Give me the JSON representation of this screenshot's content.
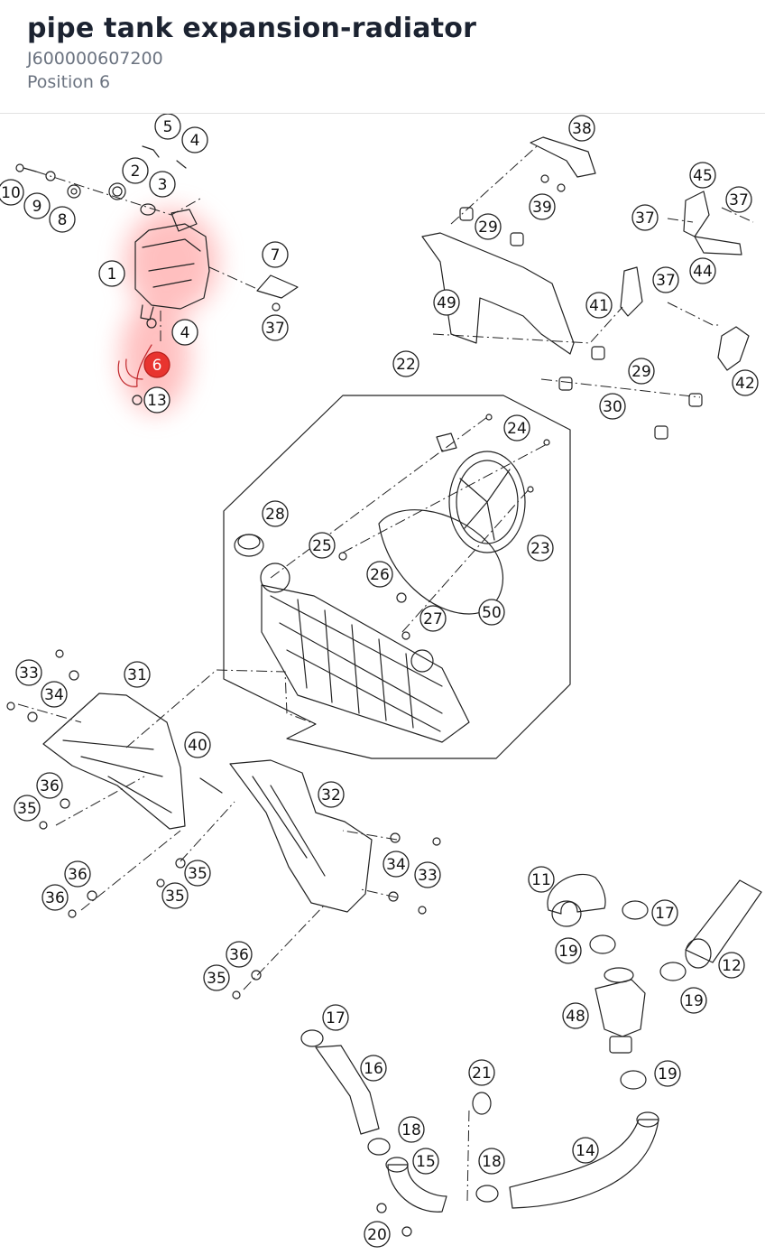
{
  "header": {
    "title": "pipe tank expansion-radiator",
    "part_number": "J600000607200",
    "position": "Position 6"
  },
  "colors": {
    "highlight": "#e8342f",
    "line": "#222222",
    "glow": "#ff8c8c"
  },
  "selected_callout": "6",
  "callouts": [
    {
      "label": "5"
    },
    {
      "label": "4"
    },
    {
      "label": "2"
    },
    {
      "label": "3"
    },
    {
      "label": "10"
    },
    {
      "label": "9"
    },
    {
      "label": "8"
    },
    {
      "label": "1"
    },
    {
      "label": "7"
    },
    {
      "label": "37"
    },
    {
      "label": "4"
    },
    {
      "label": "6"
    },
    {
      "label": "13"
    },
    {
      "label": "38"
    },
    {
      "label": "39"
    },
    {
      "label": "29"
    },
    {
      "label": "45"
    },
    {
      "label": "37"
    },
    {
      "label": "37"
    },
    {
      "label": "44"
    },
    {
      "label": "37"
    },
    {
      "label": "49"
    },
    {
      "label": "41"
    },
    {
      "label": "29"
    },
    {
      "label": "42"
    },
    {
      "label": "30"
    },
    {
      "label": "22"
    },
    {
      "label": "24"
    },
    {
      "label": "28"
    },
    {
      "label": "25"
    },
    {
      "label": "23"
    },
    {
      "label": "26"
    },
    {
      "label": "27"
    },
    {
      "label": "50"
    },
    {
      "label": "33"
    },
    {
      "label": "31"
    },
    {
      "label": "34"
    },
    {
      "label": "40"
    },
    {
      "label": "36"
    },
    {
      "label": "35"
    },
    {
      "label": "32"
    },
    {
      "label": "36"
    },
    {
      "label": "35"
    },
    {
      "label": "36"
    },
    {
      "label": "35"
    },
    {
      "label": "34"
    },
    {
      "label": "33"
    },
    {
      "label": "36"
    },
    {
      "label": "35"
    },
    {
      "label": "11"
    },
    {
      "label": "17"
    },
    {
      "label": "19"
    },
    {
      "label": "12"
    },
    {
      "label": "19"
    },
    {
      "label": "48"
    },
    {
      "label": "17"
    },
    {
      "label": "16"
    },
    {
      "label": "21"
    },
    {
      "label": "19"
    },
    {
      "label": "18"
    },
    {
      "label": "15"
    },
    {
      "label": "18"
    },
    {
      "label": "14"
    },
    {
      "label": "20"
    }
  ]
}
